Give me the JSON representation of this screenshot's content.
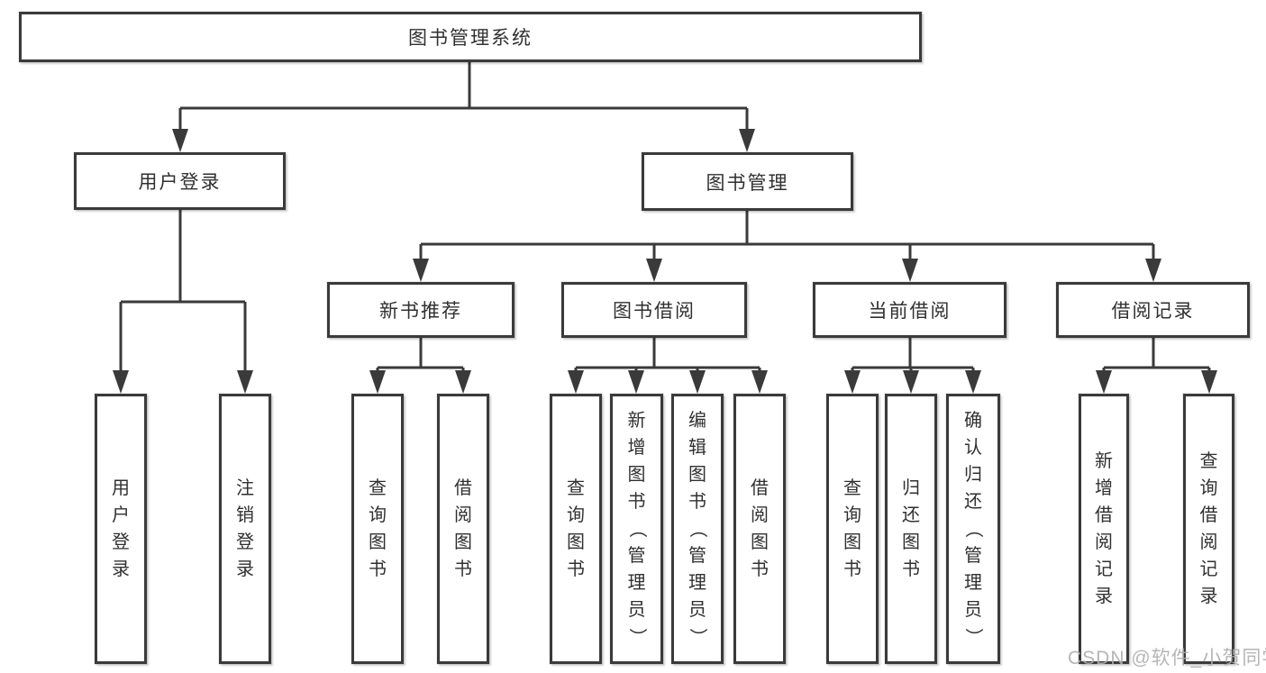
{
  "diagram_type": "tree",
  "watermark": "CSDN @软件_小贺同学",
  "colors": {
    "line": "#3a3a3a",
    "node_border": "#3a3a3a",
    "node_fill": "#ffffff",
    "text": "#303030",
    "watermark": "#aeaeae",
    "background": "#ffffff"
  },
  "tree": {
    "label": "图书管理系统",
    "children": [
      {
        "label": "用户登录",
        "children": [
          {
            "label": "用户登录"
          },
          {
            "label": "注销登录"
          }
        ]
      },
      {
        "label": "图书管理",
        "children": [
          {
            "label": "新书推荐",
            "children": [
              {
                "label": "查询图书"
              },
              {
                "label": "借阅图书"
              }
            ]
          },
          {
            "label": "图书借阅",
            "children": [
              {
                "label": "查询图书"
              },
              {
                "label": "新增图书（管理员）"
              },
              {
                "label": "编辑图书（管理员）"
              },
              {
                "label": "借阅图书"
              }
            ]
          },
          {
            "label": "当前借阅",
            "children": [
              {
                "label": "查询图书"
              },
              {
                "label": "归还图书"
              },
              {
                "label": "确认归还（管理员）"
              }
            ]
          },
          {
            "label": "借阅记录",
            "children": [
              {
                "label": "新增借阅记录"
              },
              {
                "label": "查询借阅记录"
              }
            ]
          }
        ]
      }
    ]
  }
}
